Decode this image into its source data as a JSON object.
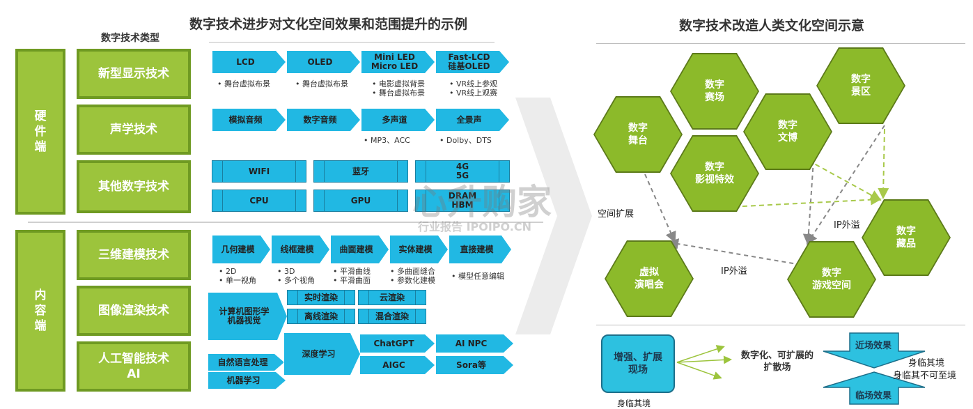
{
  "left_title": "数字技术进步对文化空间效果和范围提升的示例",
  "right_title": "数字技术改造人类文化空间示意",
  "col_header": "数字技术类型",
  "hardware": {
    "side_label": "硬\n件\n端",
    "rows": [
      {
        "label": "新型显示技术",
        "arrows": [
          "LCD",
          "OLED",
          "Mini LED\nMicro LED",
          "Fast-LCD\n硅基OLED"
        ],
        "notes": [
          "• 舞台虚拟布景",
          "• 舞台虚拟布景",
          "• 电影虚拟背景\n• 舞台虚拟布景",
          "• VR线上参观\n• VR线上观赛"
        ]
      },
      {
        "label": "声学技术",
        "arrows": [
          "模拟音频",
          "数字音频",
          "多声道",
          "全景声"
        ],
        "notes": [
          "• MP3、ACC",
          "• Dolby、DTS"
        ]
      },
      {
        "label": "其他数字技术",
        "rects": [
          "WIFI",
          "蓝牙",
          "4G\n5G",
          "CPU",
          "GPU",
          "DRAM\nHBM"
        ]
      }
    ]
  },
  "content": {
    "side_label": "内\n容\n端",
    "rows": [
      {
        "label": "三维建模技术",
        "arrows": [
          "几何建模",
          "线框建模",
          "曲面建模",
          "实体建模",
          "直接建模"
        ],
        "notes": [
          "• 2D\n• 单一视角",
          "• 3D\n• 多个视角",
          "• 平滑曲线\n• 平滑曲面",
          "• 多曲面缝合\n• 参数化建模",
          "• 模型任意编辑"
        ]
      },
      {
        "label": "图像渲染技术",
        "main_box": "计算机图形学\n机器视觉",
        "rects": [
          "实时渲染",
          "云渲染",
          "离线渲染",
          "混合渲染"
        ]
      },
      {
        "label": "人工智能技术\nAI",
        "arrows": [
          "自然语言处理",
          "机器学习",
          "深度学习",
          "ChatGPT",
          "AI NPC",
          "AIGC",
          "Sora等"
        ]
      }
    ]
  },
  "watermark": {
    "main": "心升购家",
    "sub": "行业报告 IPOIPO.CN"
  },
  "hexagons": [
    {
      "label": "数字\n舞台"
    },
    {
      "label": "数字\n赛场"
    },
    {
      "label": "数字\n文博"
    },
    {
      "label": "数字\n景区"
    },
    {
      "label": "数字\n影视特效"
    },
    {
      "label": "数字\n藏品"
    },
    {
      "label": "虚拟\n演唱会"
    },
    {
      "label": "数字\n游戏空间"
    }
  ],
  "edge_labels": {
    "space": "空间扩展",
    "ip1": "IP外溢",
    "ip2": "IP外溢"
  },
  "legend": {
    "box": "增强、扩展\n现场",
    "box_caption": "身临其境",
    "middle": "数字化、可扩展的\n扩散场",
    "near": "近场效果",
    "far": "临场效果",
    "note1": "身临其境",
    "note2": "身临其不可至境"
  },
  "colors": {
    "arrow": "#21b8e3",
    "ticket_fill": "#9cc43c",
    "hex_fill": "#8cba2a",
    "legend_box": "#2dc1e0"
  }
}
